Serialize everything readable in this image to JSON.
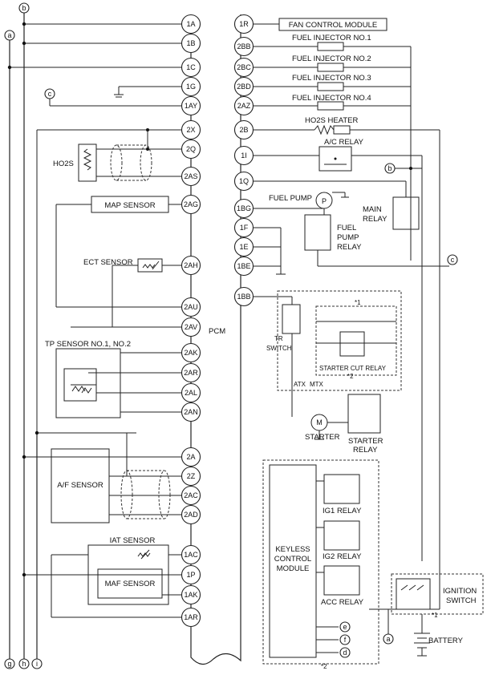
{
  "pcm_label": "PCM",
  "left_pins": [
    "1A",
    "1B",
    "1C",
    "1G",
    "1AY",
    "2X",
    "2Q",
    "2AS",
    "2AG",
    "2AH",
    "2AU",
    "2AV",
    "2AK",
    "2AR",
    "2AL",
    "2AN",
    "2A",
    "2Z",
    "2AC",
    "2AD",
    "1AC",
    "1P",
    "1AK",
    "1AR"
  ],
  "right_pins": [
    "1R",
    "2BB",
    "2BC",
    "2BD",
    "2AZ",
    "2B",
    "1I",
    "1Q",
    "1BG",
    "1F",
    "1E",
    "1BE",
    "1BB"
  ],
  "rail_labels": [
    "a",
    "b",
    "c",
    "e",
    "f",
    "d",
    "g",
    "h",
    "i"
  ],
  "components": {
    "fan_control_module": "FAN CONTROL MODULE",
    "injector1": "FUEL INJECTOR NO.1",
    "injector2": "FUEL INJECTOR NO.2",
    "injector3": "FUEL INJECTOR NO.3",
    "injector4": "FUEL INJECTOR NO.4",
    "ho2s_heater": "HO2S HEATER",
    "ac_relay": "A/C RELAY",
    "fuel_pump": "FUEL PUMP",
    "main_relay_1": "MAIN",
    "main_relay_2": "RELAY",
    "fuel_pump_relay_1": "FUEL",
    "fuel_pump_relay_2": "PUMP",
    "fuel_pump_relay_3": "RELAY",
    "ho2s": "HO2S",
    "map_sensor": "MAP SENSOR",
    "ect_sensor": "ECT SENSOR",
    "tp_sensor": "TP SENSOR NO.1, NO.2",
    "af_sensor": "A/F SENSOR",
    "iat_sensor": "IAT SENSOR",
    "maf_sensor": "MAF SENSOR",
    "tr_switch_1": "TR",
    "tr_switch_2": "SWITCH",
    "starter_cut_relay": "STARTER CUT RELAY",
    "atx": "ATX",
    "mtx": "MTX",
    "note1": "*1",
    "note2": "*2",
    "starter": "STARTER",
    "starter_relay_1": "STARTER",
    "starter_relay_2": "RELAY",
    "keyless_1": "KEYLESS",
    "keyless_2": "CONTROL",
    "keyless_3": "MODULE",
    "ig1_relay": "IG1 RELAY",
    "ig2_relay": "IG2 RELAY",
    "acc_relay": "ACC RELAY",
    "ignition_switch_1": "IGNITION",
    "ignition_switch_2": "SWITCH",
    "battery": "BATTERY"
  }
}
